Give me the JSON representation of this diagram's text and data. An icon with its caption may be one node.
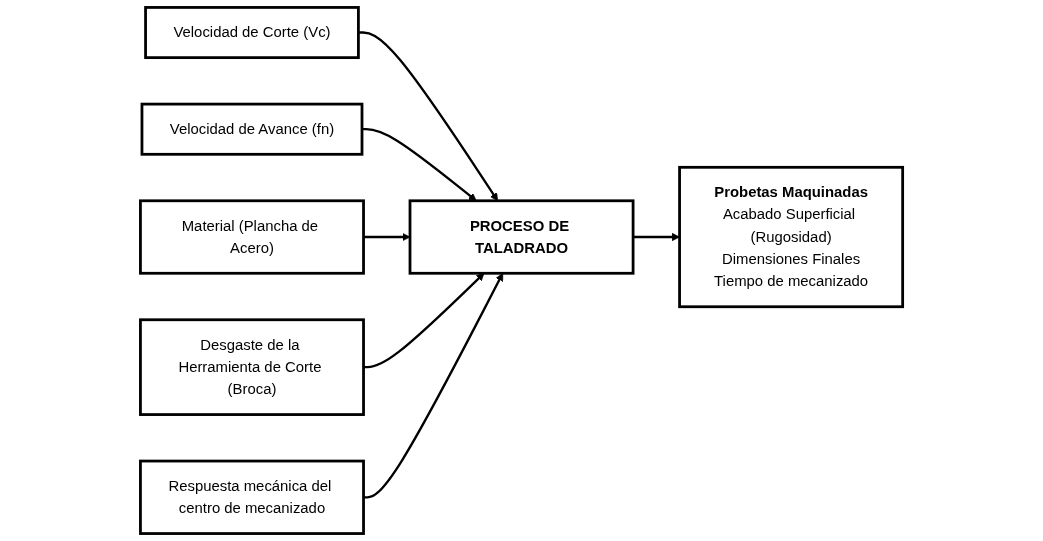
{
  "diagram": {
    "nodes": [
      {
        "text": [
          "Velocidad de Corte (Vc)"
        ]
      },
      {
        "text": [
          "Velocidad de Avance (fn)"
        ]
      },
      {
        "text": [
          "Material (Plancha de Acero)"
        ]
      },
      {
        "text": [
          "PROCESO DE TALADRADO"
        ]
      },
      {
        "text": [
          "Probetas Maquinadas",
          "Acabado Superficial (Rugosidad)",
          "Dimensiones Finales",
          "Tiempo de mecanizado"
        ]
      },
      {
        "text": [
          "Desgaste de la Herramienta de Corte (Broca)"
        ]
      },
      {
        "text": [
          "Respuesta mecánica del centro de mecanizado"
        ]
      }
    ],
    "edges": [
      {
        "from": 0,
        "to": 3,
        "arrow": "to"
      },
      {
        "from": 1,
        "to": 3,
        "arrow": "to"
      },
      {
        "from": 2,
        "to": 3,
        "arrow": "to"
      },
      {
        "from": 5,
        "to": 3,
        "arrow": "to"
      },
      {
        "from": 6,
        "to": 3,
        "arrow": "to"
      },
      {
        "from": 3,
        "to": 4,
        "arrow": "to"
      }
    ]
  }
}
